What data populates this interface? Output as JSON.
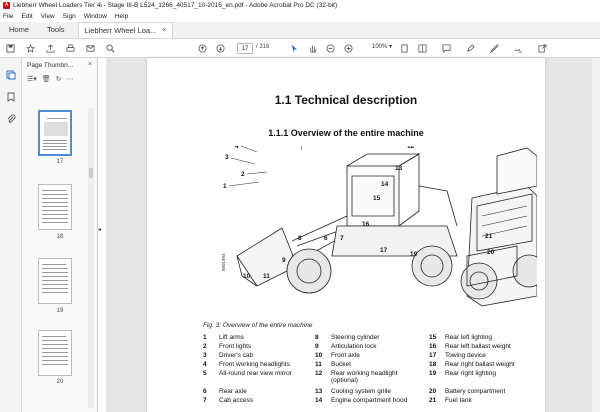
{
  "window": {
    "title": "Liebherr Wheel Loaders Tier 4i - Stage III-B L524_1266_40517_10-2016_en.pdf - Adobe Acrobat Pro DC (32-bit)"
  },
  "menu": [
    "File",
    "Edit",
    "View",
    "Sign",
    "Window",
    "Help"
  ],
  "tabs": {
    "home": "Home",
    "tools": "Tools",
    "document": "Liebherr Wheel Loa...",
    "close": "×"
  },
  "toolbar": {
    "current_page": "17",
    "page_count": "/ 316",
    "zoom": "100%"
  },
  "thumbpanel": {
    "title": "Page Thumbn...",
    "close": "×",
    "pages": [
      "17",
      "18",
      "19",
      "20"
    ]
  },
  "page": {
    "heading": "1.1   Technical description",
    "subheading": "1.1.1   Overview of the entire machine",
    "caption": "Fig. 3:  Overview of the entire machine",
    "side_code": "6601994",
    "callouts_left": [
      "1",
      "2",
      "3",
      "4",
      "5",
      "6",
      "7",
      "8",
      "9",
      "10",
      "11"
    ],
    "callouts_right": [
      "12",
      "13",
      "14",
      "15",
      "16",
      "17",
      "19",
      "20",
      "21"
    ],
    "legend": [
      {
        "n": "1",
        "t": "Lift arms"
      },
      {
        "n": "2",
        "t": "Front lights"
      },
      {
        "n": "3",
        "t": "Driver's cab"
      },
      {
        "n": "4",
        "t": "Front working headlights"
      },
      {
        "n": "5",
        "t": "All-round rear view mirror"
      },
      {
        "n": "6",
        "t": "Rear axle"
      },
      {
        "n": "7",
        "t": "Cab access"
      },
      {
        "n": "8",
        "t": "Steering cylinder"
      },
      {
        "n": "9",
        "t": "Articulation lock"
      },
      {
        "n": "10",
        "t": "Front axle"
      },
      {
        "n": "11",
        "t": "Bucket"
      },
      {
        "n": "12",
        "t": "Rear working headlight (optional)"
      },
      {
        "n": "13",
        "t": "Cooling system grille"
      },
      {
        "n": "14",
        "t": "Engine compartment hood"
      },
      {
        "n": "15",
        "t": "Rear left lighting"
      },
      {
        "n": "16",
        "t": "Rear left ballast weight"
      },
      {
        "n": "17",
        "t": "Towing device"
      },
      {
        "n": "18",
        "t": "Rear right ballast weight"
      },
      {
        "n": "19",
        "t": "Rear right lighting"
      },
      {
        "n": "20",
        "t": "Battery compartment"
      },
      {
        "n": "21",
        "t": "Fuel tank"
      }
    ]
  }
}
